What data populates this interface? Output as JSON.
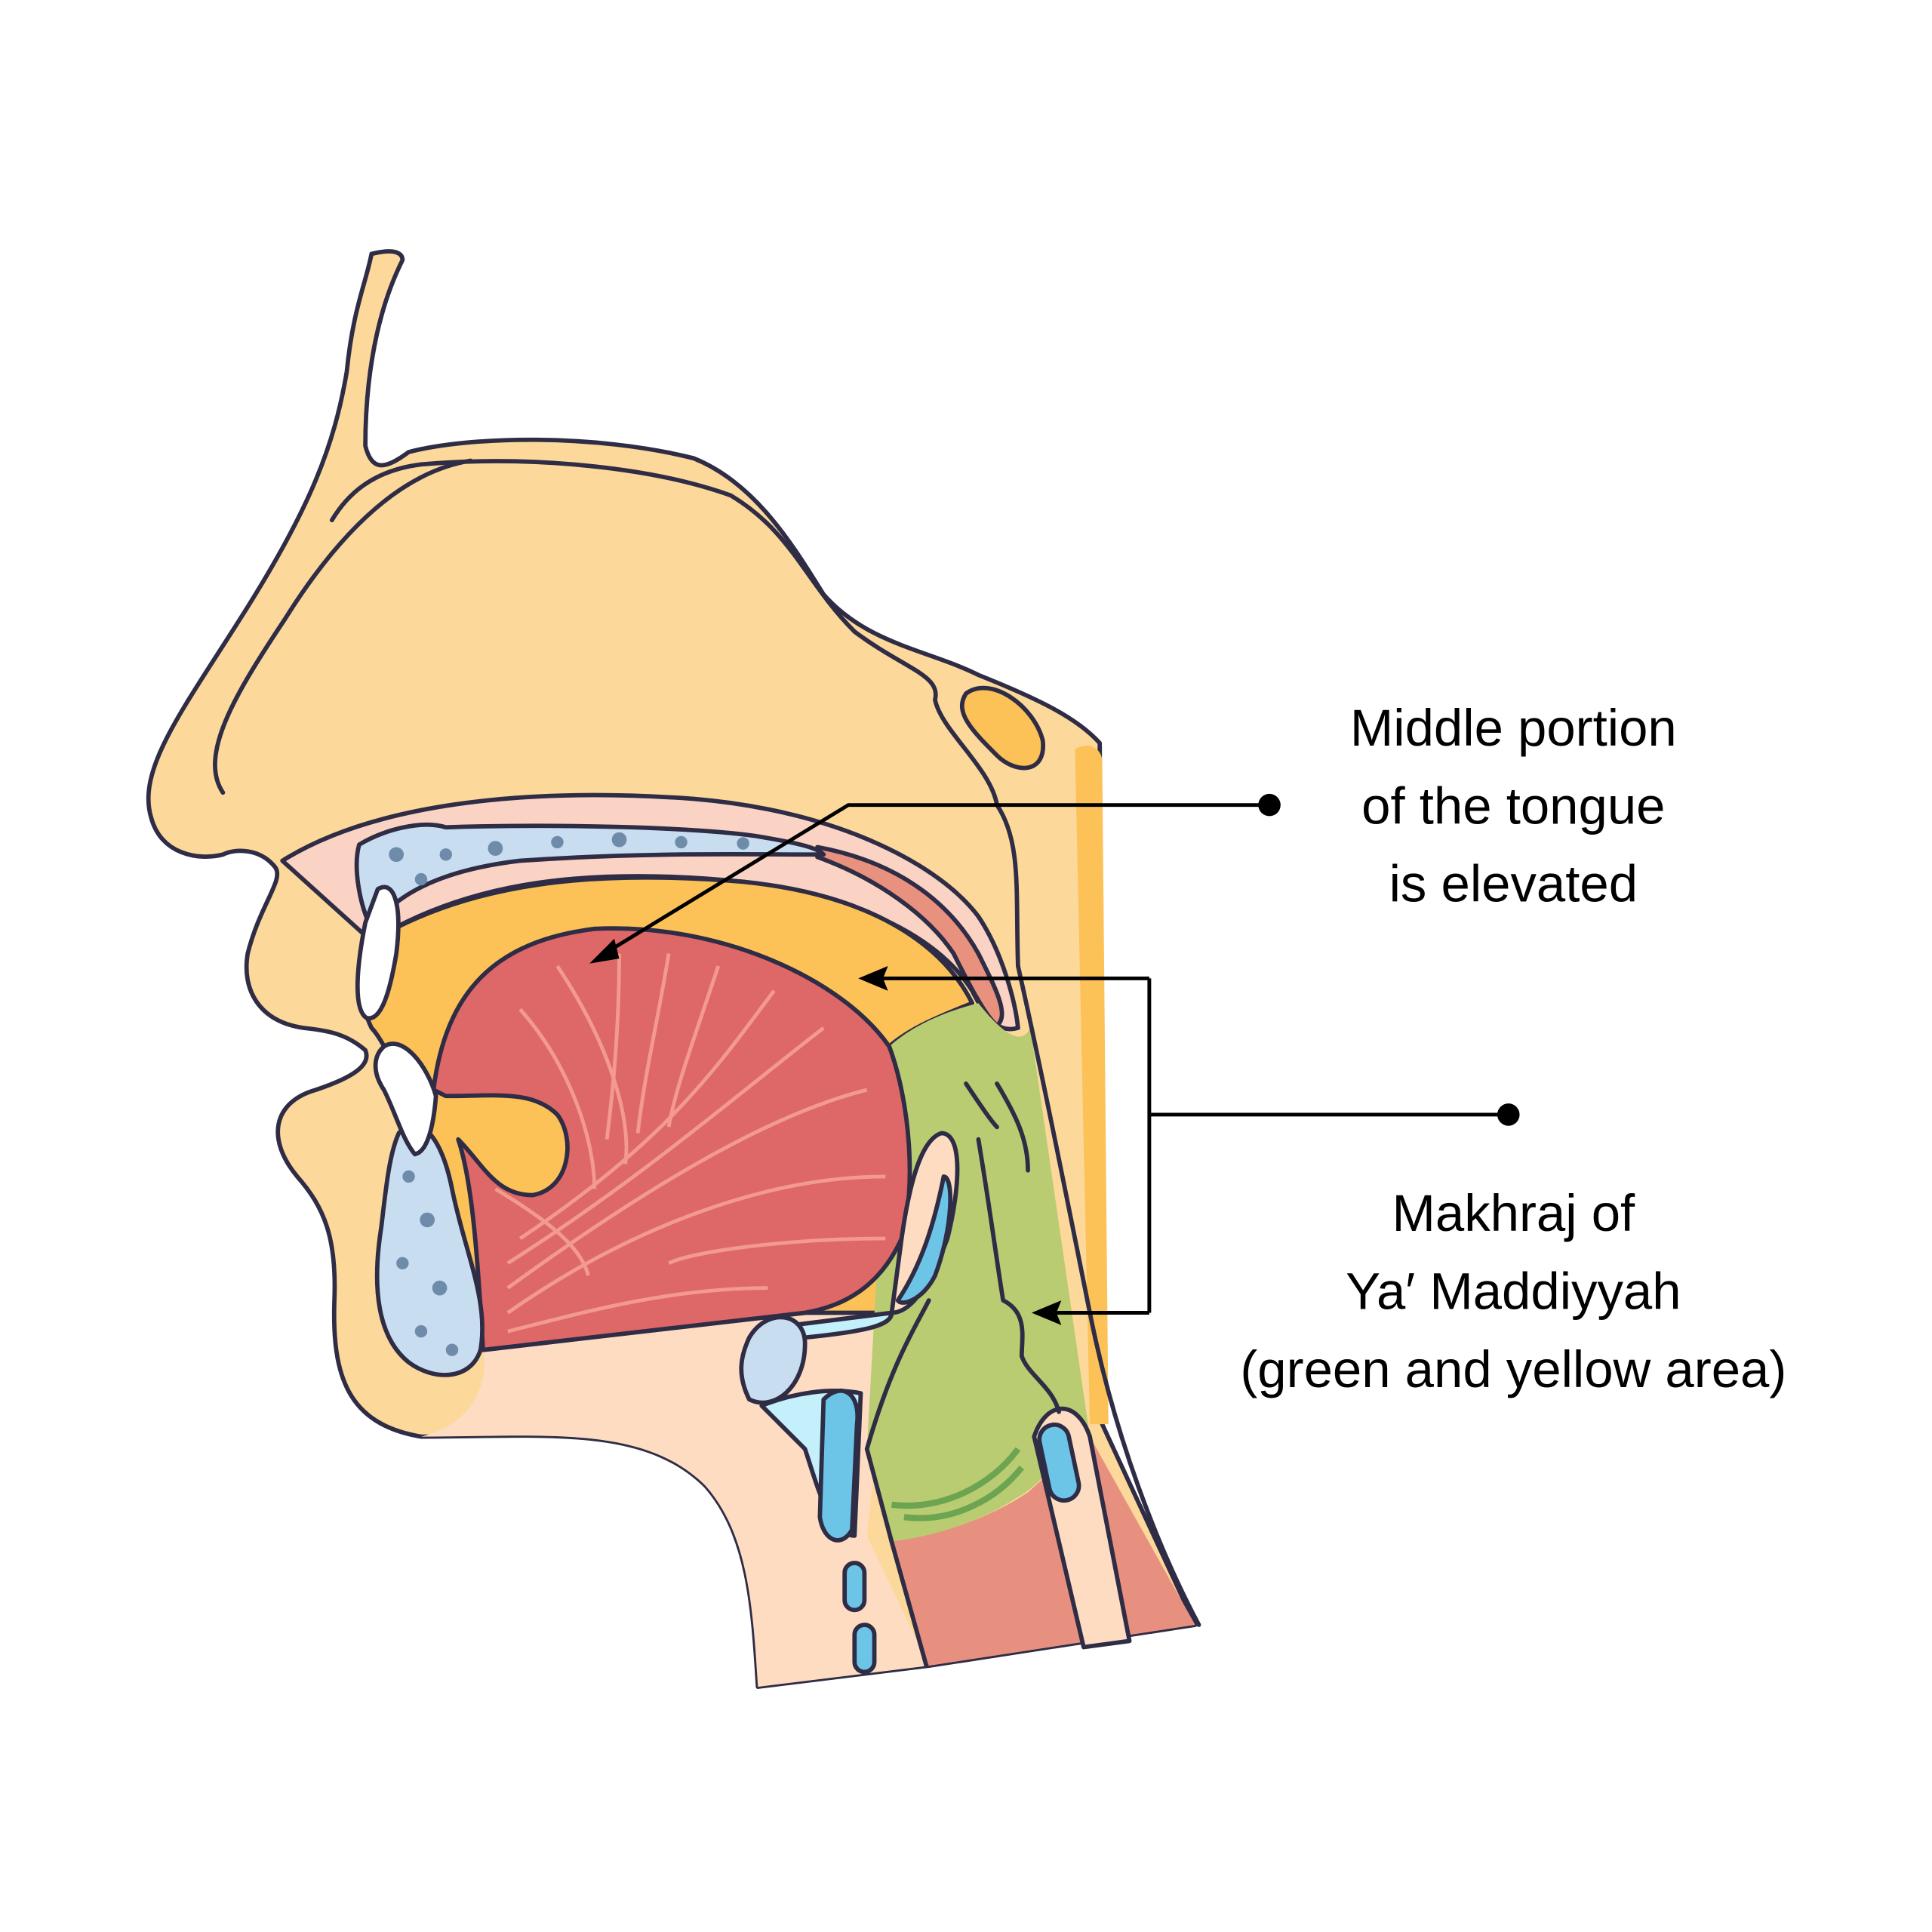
{
  "title": "Makhraj of Ya' Maddiyyah - sagittal section of head and throat",
  "labels": {
    "tongue": [
      "Middle portion",
      "of the tongue",
      "is elevated"
    ],
    "makhraj": [
      "Makhraj of",
      "Ya′ Maddiyyah",
      "(green and yellow area)"
    ]
  },
  "colors": {
    "skin": "#FCD89A",
    "skin_lower": "#FDDCC2",
    "oral_cavity": "#FCC258",
    "tongue": "#DE6767",
    "pharynx": "#B9CC72",
    "larynx": "#E8907F",
    "bone": "#C9DDF0",
    "cartilage": "#6CC4E6",
    "outline": "#2F2C45"
  }
}
